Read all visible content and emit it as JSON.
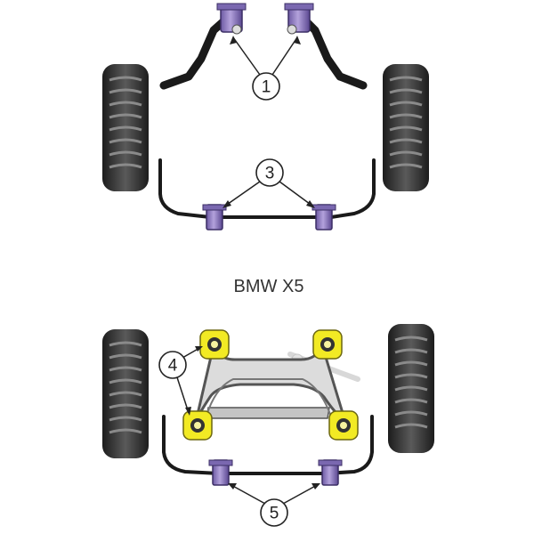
{
  "title": "BMW X5",
  "callouts": [
    {
      "id": 1,
      "label": "1"
    },
    {
      "id": 3,
      "label": "3"
    },
    {
      "id": 4,
      "label": "4"
    },
    {
      "id": 5,
      "label": "5"
    }
  ],
  "colors": {
    "bush_purple": "#9a86c4",
    "bush_purple_dark": "#4a3a78",
    "bush_yellow": "#f2ea24",
    "bush_yellow_dark": "#807a10",
    "tyre": "#3a3a3a",
    "tyre_tread": "#5a5a5a",
    "bar": "#1a1a1a",
    "subframe_fill": "#dedede",
    "subframe_stroke": "#555555"
  },
  "icons": {
    "wheel": "tyre-icon",
    "bush_front": "purple-bush-icon",
    "bush_subframe": "yellow-bush-icon"
  }
}
